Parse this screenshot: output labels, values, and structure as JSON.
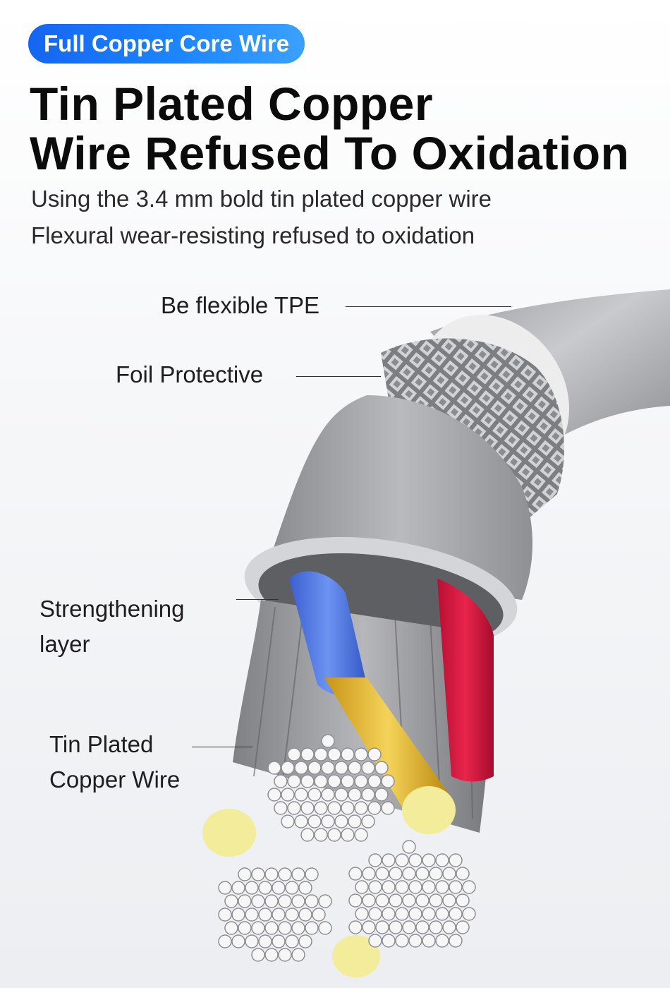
{
  "badge": {
    "label": "Full Copper Core Wire"
  },
  "headline": {
    "line1": "Tin Plated Copper",
    "line2": "Wire Refused To Oxidation"
  },
  "subtitle": {
    "line1": "Using the 3.4 mm bold tin plated copper wire",
    "line2": "Flexural wear-resisting refused to oxidation"
  },
  "callouts": {
    "tpe": "Be flexible TPE",
    "foil": "Foil Protective",
    "strengthening": {
      "line1": "Strengthening",
      "line2": "layer"
    },
    "copper": {
      "line1": "Tin Plated",
      "line2": "Copper Wire"
    }
  },
  "colors": {
    "badge_start": "#1565f0",
    "badge_end": "#3aa1ff",
    "jacket": "#a9aaad",
    "blue_wire": "#4a74e0",
    "red_wire": "#d8173f",
    "gold_core": "#e7bb2e",
    "copper_strand": "#f4f4f4"
  }
}
